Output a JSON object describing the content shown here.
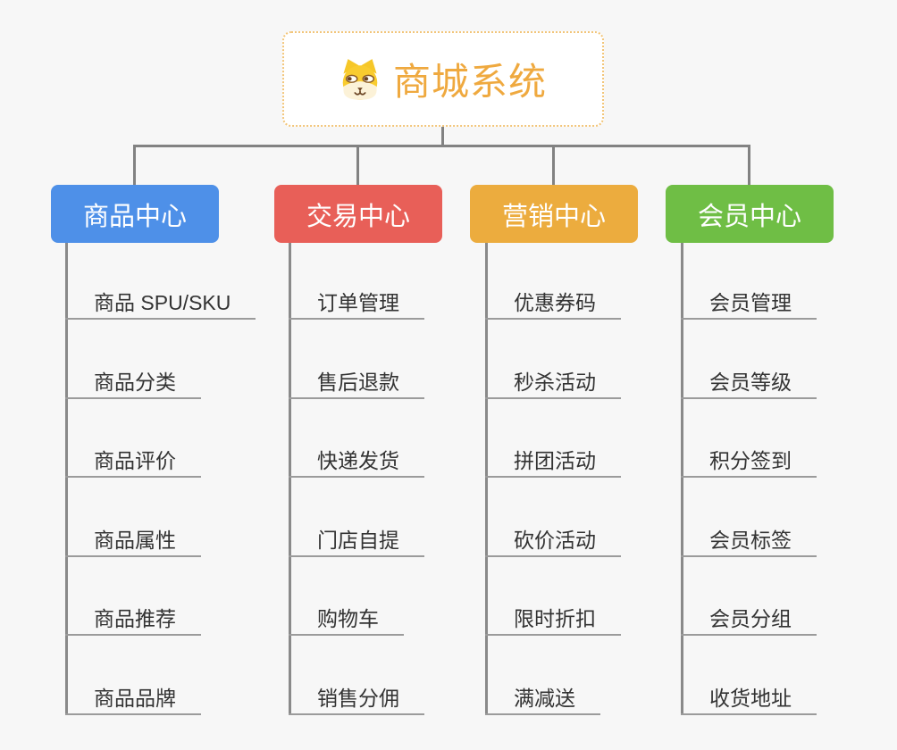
{
  "root": {
    "title": "商城系统",
    "icon": "doge-dog-icon"
  },
  "branches": [
    {
      "label": "商品中心",
      "color": "#4e90e8",
      "children": [
        "商品 SPU/SKU",
        "商品分类",
        "商品评价",
        "商品属性",
        "商品推荐",
        "商品品牌"
      ]
    },
    {
      "label": "交易中心",
      "color": "#e85f58",
      "children": [
        "订单管理",
        "售后退款",
        "快递发货",
        "门店自提",
        "购物车",
        "销售分佣"
      ]
    },
    {
      "label": "营销中心",
      "color": "#ecac3e",
      "children": [
        "优惠券码",
        "秒杀活动",
        "拼团活动",
        "砍价活动",
        "限时折扣",
        "满减送"
      ]
    },
    {
      "label": "会员中心",
      "color": "#6fbe45",
      "children": [
        "会员管理",
        "会员等级",
        "积分签到",
        "会员标签",
        "会员分组",
        "收货地址"
      ]
    }
  ],
  "colors": {
    "background": "#f7f7f7",
    "root_text": "#efa93f",
    "root_border": "#f2c579",
    "connector": "#828282",
    "child_underline": "#9b9b9b",
    "child_text": "#333333"
  }
}
